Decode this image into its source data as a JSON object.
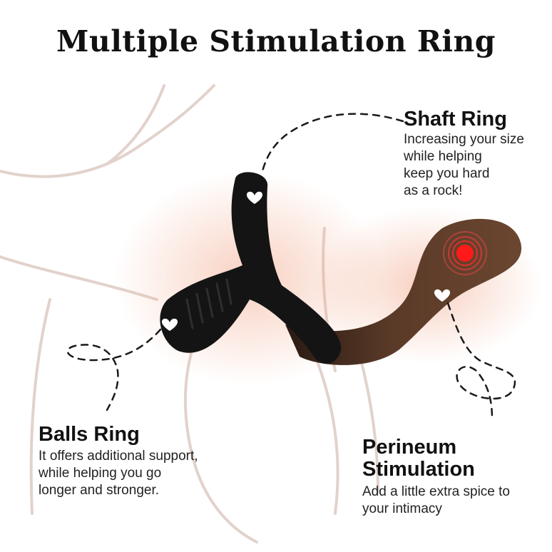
{
  "title": "Multiple Stimulation Ring",
  "callouts": {
    "shaft": {
      "heading": "Shaft Ring",
      "lines": [
        "Increasing your size",
        "while helping",
        "keep you hard",
        "as a rock!"
      ]
    },
    "balls": {
      "heading": "Balls Ring",
      "lines": [
        "It offers additional support,",
        "while helping you go",
        "longer and stronger."
      ]
    },
    "perineum": {
      "heading_lines": [
        "Perineum",
        "Stimulation"
      ],
      "lines": [
        "Add a little extra spice to",
        "your intimacy"
      ]
    }
  },
  "colors": {
    "device": "#141414",
    "stimulator": "#5a3a28",
    "vibration_dot": "#ff1a1a",
    "glow": "#f2a98c",
    "outline": "#e2d2cc"
  },
  "icons": [
    "heart-icon",
    "vibration-icon"
  ]
}
